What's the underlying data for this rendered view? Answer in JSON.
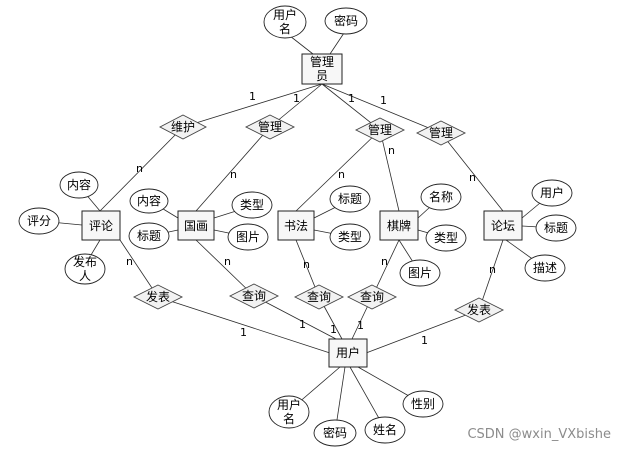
{
  "entities": {
    "admin": [
      "管理",
      "员"
    ],
    "comment": "评论",
    "painting": "国画",
    "calligraphy": "书法",
    "chess": "棋牌",
    "forum": "论坛",
    "user": "用户"
  },
  "relationships": {
    "maintain": "维护",
    "manage1": "管理",
    "manage2": "管理",
    "manage3": "管理",
    "publish_comment": "发表",
    "query1": "查询",
    "query2": "查询",
    "query3": "查询",
    "publish_forum": "发表"
  },
  "attributes": {
    "admin_username": [
      "用户",
      "名"
    ],
    "admin_password": "密码",
    "comment_content": "内容",
    "comment_score": "评分",
    "comment_publisher": [
      "发布",
      "人"
    ],
    "painting_content": "内容",
    "painting_title": "标题",
    "painting_type": "类型",
    "painting_image": "图片",
    "calligraphy_title": "标题",
    "calligraphy_type": "类型",
    "chess_name": "名称",
    "chess_type": "类型",
    "chess_image": "图片",
    "forum_user": "用户",
    "forum_title": "标题",
    "forum_desc": "描述",
    "user_username": [
      "用户",
      "名"
    ],
    "user_password": "密码",
    "user_name": "姓名",
    "user_gender": "性别"
  },
  "cardinality": {
    "one": "1",
    "many": "n"
  },
  "watermark": "CSDN @wxin_VXbishe"
}
